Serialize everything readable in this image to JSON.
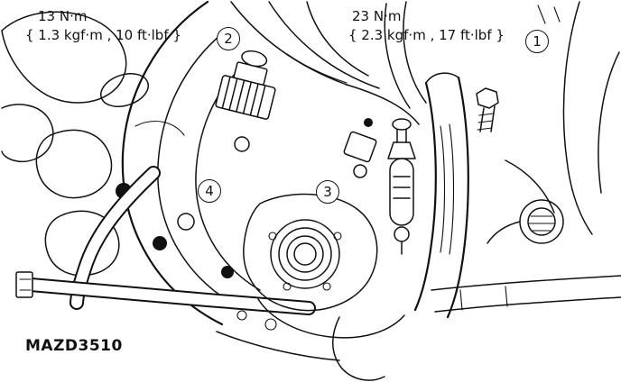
{
  "figure": {
    "torque_note_left": {
      "value": "13 N·m",
      "detail": "{ 1.3 kgf·m , 10 ft·lbf }"
    },
    "torque_note_right": {
      "value": "23 N·m",
      "detail": "{ 2.3 kgf·m , 17 ft·lbf }"
    },
    "callouts": {
      "c1": "1",
      "c2": "2",
      "c3": "3",
      "c4": "4"
    },
    "figure_code": "MAZD3510",
    "colors": {
      "line": "#111111",
      "background": "#ffffff"
    }
  }
}
